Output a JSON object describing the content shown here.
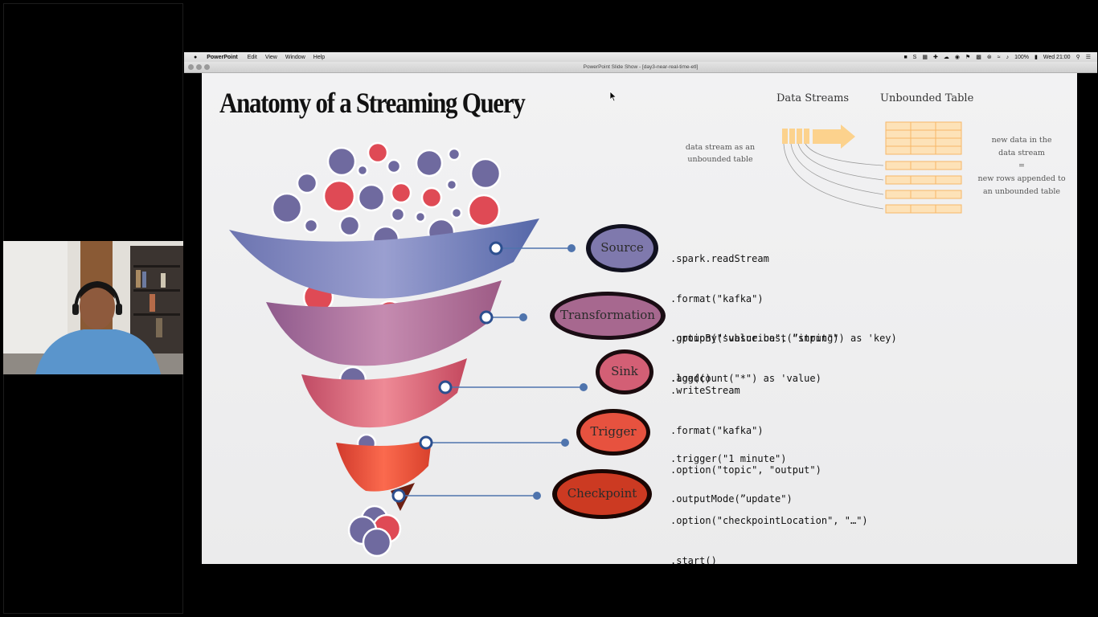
{
  "menubar": {
    "app": "PowerPoint",
    "items": [
      "Edit",
      "View",
      "Window",
      "Help"
    ],
    "battery": "100%",
    "clock": "Wed 21:00"
  },
  "window": {
    "title": "PowerPoint Slide Show - [day3-near-real-time-etl]"
  },
  "slide": {
    "title": "Anatomy of a Streaming Query",
    "stages": [
      {
        "label": "Source",
        "color": "#7f79ad",
        "code": [
          ".spark.readStream",
          ".format(\"kafka\")",
          ".option(\"subscribe\", ”input\")",
          ".load()"
        ]
      },
      {
        "label": "Transformation",
        "color": "#a7688f",
        "code": [
          ".groupBy('value.cast(\"string\") as 'key)",
          ".agg(count(\"*\") as 'value)"
        ]
      },
      {
        "label": "Sink",
        "color": "#d35f75",
        "code": [
          ".writeStream",
          ".format(\"kafka\")",
          ".option(\"topic\", \"output\")"
        ]
      },
      {
        "label": "Trigger",
        "color": "#e7523f",
        "code": [
          ".trigger(\"1 minute\")",
          ".outputMode(”update\")"
        ]
      },
      {
        "label": "Checkpoint",
        "color": "#cc3a22",
        "code": [
          ".option(\"checkpointLocation\", \"…\")",
          ".start()"
        ]
      }
    ],
    "diagram": {
      "data_streams_label": "Data Streams",
      "unbounded_table_label": "Unbounded Table",
      "left_note": [
        "data stream as an",
        "unbounded table"
      ],
      "right_note": [
        "new data in the",
        "data stream",
        "=",
        "new rows appended to",
        "an unbounded table"
      ]
    }
  },
  "colors": {
    "slide_bg": "#efeff0",
    "stream_orange": "#fcd28d",
    "connector": "#4f74ad"
  }
}
